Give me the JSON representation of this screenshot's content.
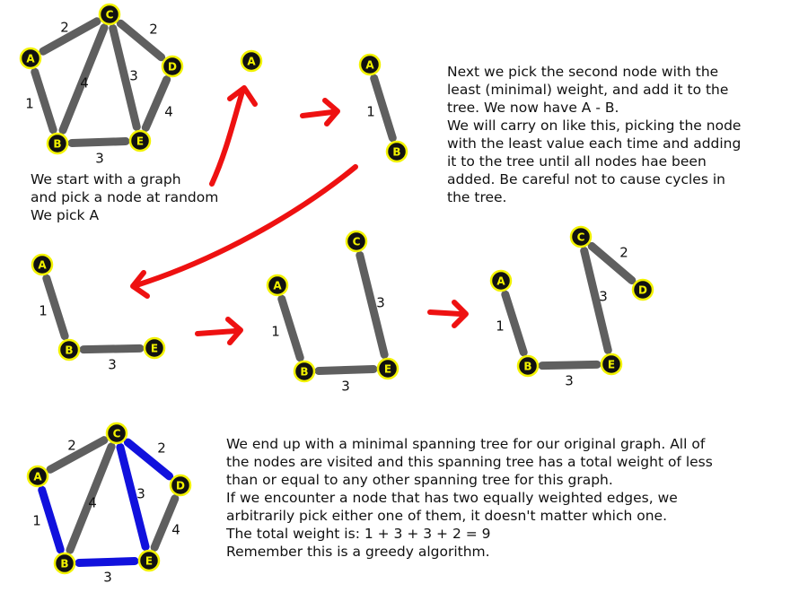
{
  "colors": {
    "node_fill": "#111111",
    "node_stroke": "#f2f200",
    "node_label": "#f2f200",
    "edge_gray": "#5f5f5f",
    "edge_blue": "#1111dd",
    "arrow_red": "#ee1111",
    "text": "#111111"
  },
  "descriptions": {
    "start": [
      "We start with a graph",
      "and pick a node at random",
      "We pick A"
    ],
    "next": [
      "Next we pick the second node with the",
      "least (minimal) weight, and add it to the",
      "tree. We now have A - B.",
      "We will carry on like this, picking the node",
      "with the least value each time and adding",
      "it to the tree until all nodes hae been",
      "added. Be careful not to cause cycles in",
      "the tree."
    ],
    "end": [
      "We end up with a minimal spanning tree for our original graph. All of",
      "the nodes are visited and this spanning tree has a total weight of less",
      "than or equal to any other spanning tree for this graph.",
      "If we encounter a node that has two equally weighted edges, we",
      "arbitrarily pick either one of them, it doesn't matter which one.",
      "The total weight is: 1 + 3 + 3 + 2 = 9",
      "Remember this is a greedy algorithm."
    ]
  },
  "graphs": [
    {
      "id": "original",
      "nodes": [
        {
          "label": "A"
        },
        {
          "label": "B"
        },
        {
          "label": "C"
        },
        {
          "label": "D"
        },
        {
          "label": "E"
        }
      ],
      "edges": [
        {
          "from": "C",
          "to": "A",
          "weight": "2",
          "color": "gray"
        },
        {
          "from": "C",
          "to": "D",
          "weight": "2",
          "color": "gray"
        },
        {
          "from": "C",
          "to": "B",
          "weight": "4",
          "color": "gray"
        },
        {
          "from": "C",
          "to": "E",
          "weight": "3",
          "color": "gray"
        },
        {
          "from": "A",
          "to": "B",
          "weight": "1",
          "color": "gray"
        },
        {
          "from": "D",
          "to": "E",
          "weight": "4",
          "color": "gray"
        },
        {
          "from": "B",
          "to": "E",
          "weight": "3",
          "color": "gray"
        }
      ]
    },
    {
      "id": "step-1",
      "nodes": [
        {
          "label": "A"
        }
      ],
      "edges": []
    },
    {
      "id": "step-2",
      "nodes": [
        {
          "label": "A"
        },
        {
          "label": "B"
        }
      ],
      "edges": [
        {
          "from": "A",
          "to": "B",
          "weight": "1",
          "color": "gray"
        }
      ]
    },
    {
      "id": "step-3",
      "nodes": [
        {
          "label": "A"
        },
        {
          "label": "B"
        },
        {
          "label": "E"
        }
      ],
      "edges": [
        {
          "from": "A",
          "to": "B",
          "weight": "1",
          "color": "gray"
        },
        {
          "from": "B",
          "to": "E",
          "weight": "3",
          "color": "gray"
        }
      ]
    },
    {
      "id": "step-4",
      "nodes": [
        {
          "label": "A"
        },
        {
          "label": "B"
        },
        {
          "label": "C"
        },
        {
          "label": "E"
        }
      ],
      "edges": [
        {
          "from": "A",
          "to": "B",
          "weight": "1",
          "color": "gray"
        },
        {
          "from": "B",
          "to": "E",
          "weight": "3",
          "color": "gray"
        },
        {
          "from": "E",
          "to": "C",
          "weight": "3",
          "color": "gray"
        }
      ]
    },
    {
      "id": "step-5",
      "nodes": [
        {
          "label": "A"
        },
        {
          "label": "B"
        },
        {
          "label": "C"
        },
        {
          "label": "D"
        },
        {
          "label": "E"
        }
      ],
      "edges": [
        {
          "from": "A",
          "to": "B",
          "weight": "1",
          "color": "gray"
        },
        {
          "from": "B",
          "to": "E",
          "weight": "3",
          "color": "gray"
        },
        {
          "from": "E",
          "to": "C",
          "weight": "3",
          "color": "gray"
        },
        {
          "from": "C",
          "to": "D",
          "weight": "2",
          "color": "gray"
        }
      ]
    },
    {
      "id": "final",
      "nodes": [
        {
          "label": "A"
        },
        {
          "label": "B"
        },
        {
          "label": "C"
        },
        {
          "label": "D"
        },
        {
          "label": "E"
        }
      ],
      "edges": [
        {
          "from": "C",
          "to": "A",
          "weight": "2",
          "color": "gray"
        },
        {
          "from": "C",
          "to": "D",
          "weight": "2",
          "color": "blue"
        },
        {
          "from": "C",
          "to": "B",
          "weight": "4",
          "color": "gray"
        },
        {
          "from": "C",
          "to": "E",
          "weight": "3",
          "color": "blue"
        },
        {
          "from": "A",
          "to": "B",
          "weight": "1",
          "color": "blue"
        },
        {
          "from": "D",
          "to": "E",
          "weight": "4",
          "color": "gray"
        },
        {
          "from": "B",
          "to": "E",
          "weight": "3",
          "color": "blue"
        }
      ]
    }
  ]
}
